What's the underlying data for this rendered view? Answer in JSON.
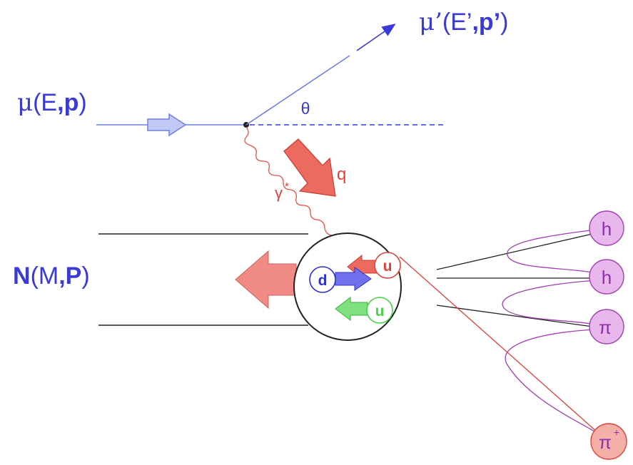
{
  "colors": {
    "muon": "#6f7fe6",
    "photon": "#e8504a",
    "quark_u_red": "#e0403a",
    "quark_d": "#3030d0",
    "quark_u_green": "#4ad24a",
    "hadron_fill": "#e8b8ec",
    "hadron_stroke": "#a040b0",
    "pion_plus_fill": "#f4b0a8",
    "nucleus_arrow": "#f08080",
    "text_blue": "#3a3ad6"
  },
  "labels": {
    "incoming_mu": "μ",
    "incoming_args_open": "(E",
    "incoming_comma": ",",
    "incoming_p": "p",
    "incoming_close": ")",
    "outgoing_mu": "μ’",
    "outgoing_args_open": "(E’",
    "outgoing_comma": ",",
    "outgoing_p": "p’",
    "outgoing_close": ")",
    "nucleon_N": "N",
    "nucleon_args_open": "(M",
    "nucleon_comma": ",",
    "nucleon_P": "P",
    "nucleon_close": ")",
    "theta": "θ",
    "photon_gamma": "γ",
    "photon_star": "*",
    "photon_q": "q",
    "quark_u_struck": "u",
    "quark_d": "d",
    "quark_u_other": "u",
    "hadron_1": "h",
    "hadron_2": "h",
    "hadron_3": "π",
    "hadron_4_base": "π",
    "hadron_4_sup": "+"
  }
}
